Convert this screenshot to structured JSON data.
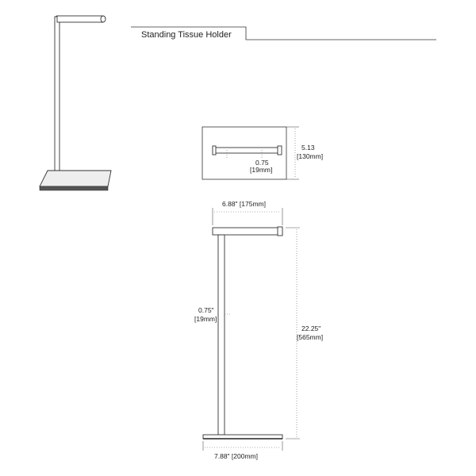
{
  "header": {
    "title": "Standing Tissue Holder"
  },
  "top_view": {
    "depth_value": "5.13",
    "depth_metric": "[130mm]",
    "rod_value": "0.75",
    "rod_metric": "[19mm]"
  },
  "front_view": {
    "arm_width_value": "6.88\" [175mm]",
    "post_value": "0.75\"",
    "post_metric": "[19mm]",
    "height_value": "22.25\"",
    "height_metric": "[565mm]",
    "base_width_value": "7.88\" [200mm]"
  }
}
